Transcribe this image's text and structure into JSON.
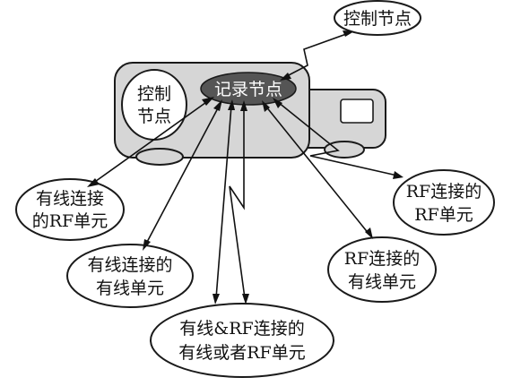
{
  "diagram": {
    "hub": {
      "label": "记录节点",
      "fill": "#555555"
    },
    "onboard_control": {
      "line1": "控制",
      "line2": "节点"
    },
    "remote_control": {
      "label": "控制节点"
    },
    "nodes": {
      "wired_rf": {
        "line1": "有线连接",
        "line2": "的RF单元"
      },
      "wired_wired": {
        "line1": "有线连接的",
        "line2": "有线单元"
      },
      "mixed": {
        "line1": "有线&RF连接的",
        "line2": "有线或者RF单元"
      },
      "rf_wired": {
        "line1": "RF连接的",
        "line2": "有线单元"
      },
      "rf_rf": {
        "line1": "RF连接的",
        "line2": "RF单元"
      }
    },
    "colors": {
      "truck": "#d6d6d6",
      "stroke": "#1a1a1a",
      "background": "#ffffff"
    }
  }
}
